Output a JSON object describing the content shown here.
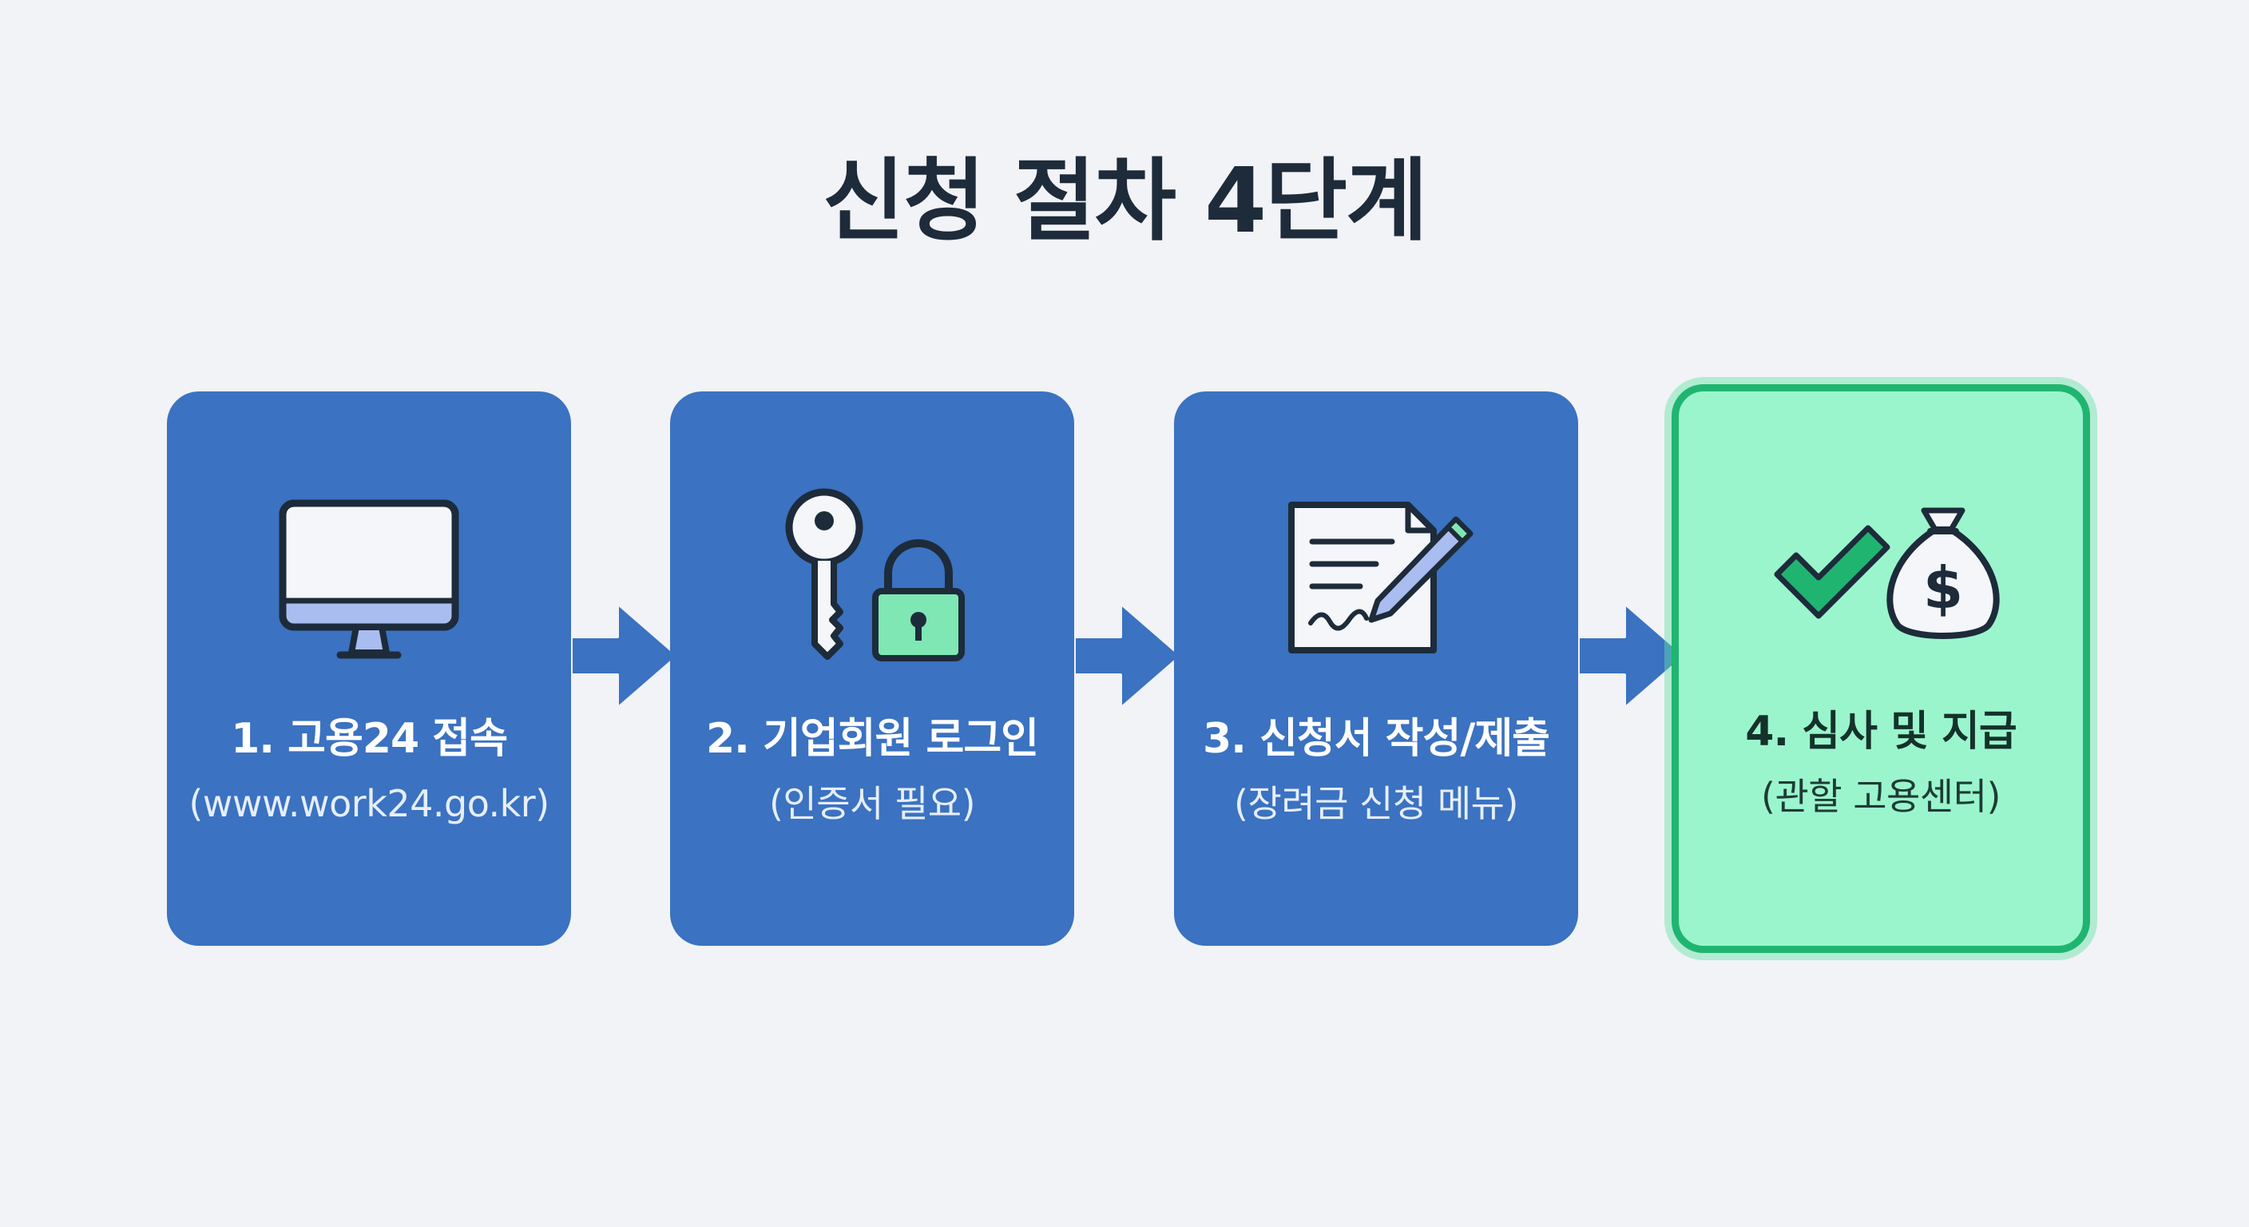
{
  "title": "신청 절차 4단계",
  "colors": {
    "background": "#f1f3f6",
    "step_blue": "#3b72c1",
    "final_fill": "#9af5cd",
    "final_border": "#1fb571",
    "icon_outline": "#1d2b3a",
    "icon_green": "#7ee7b4"
  },
  "steps": [
    {
      "title": "1. 고용24 접속",
      "subtitle": "(www.work24.go.kr)",
      "icon": "monitor-icon"
    },
    {
      "title": "2. 기업회원 로그인",
      "subtitle": "(인증서 필요)",
      "icon": "key-and-lock-icon"
    },
    {
      "title": "3. 신청서 작성/제출",
      "subtitle": "(장려금 신청 메뉴)",
      "icon": "document-pen-icon"
    },
    {
      "title": "4. 심사 및 지급",
      "subtitle": "(관할 고용센터)",
      "icon": "checkmark-money-bag-icon"
    }
  ]
}
